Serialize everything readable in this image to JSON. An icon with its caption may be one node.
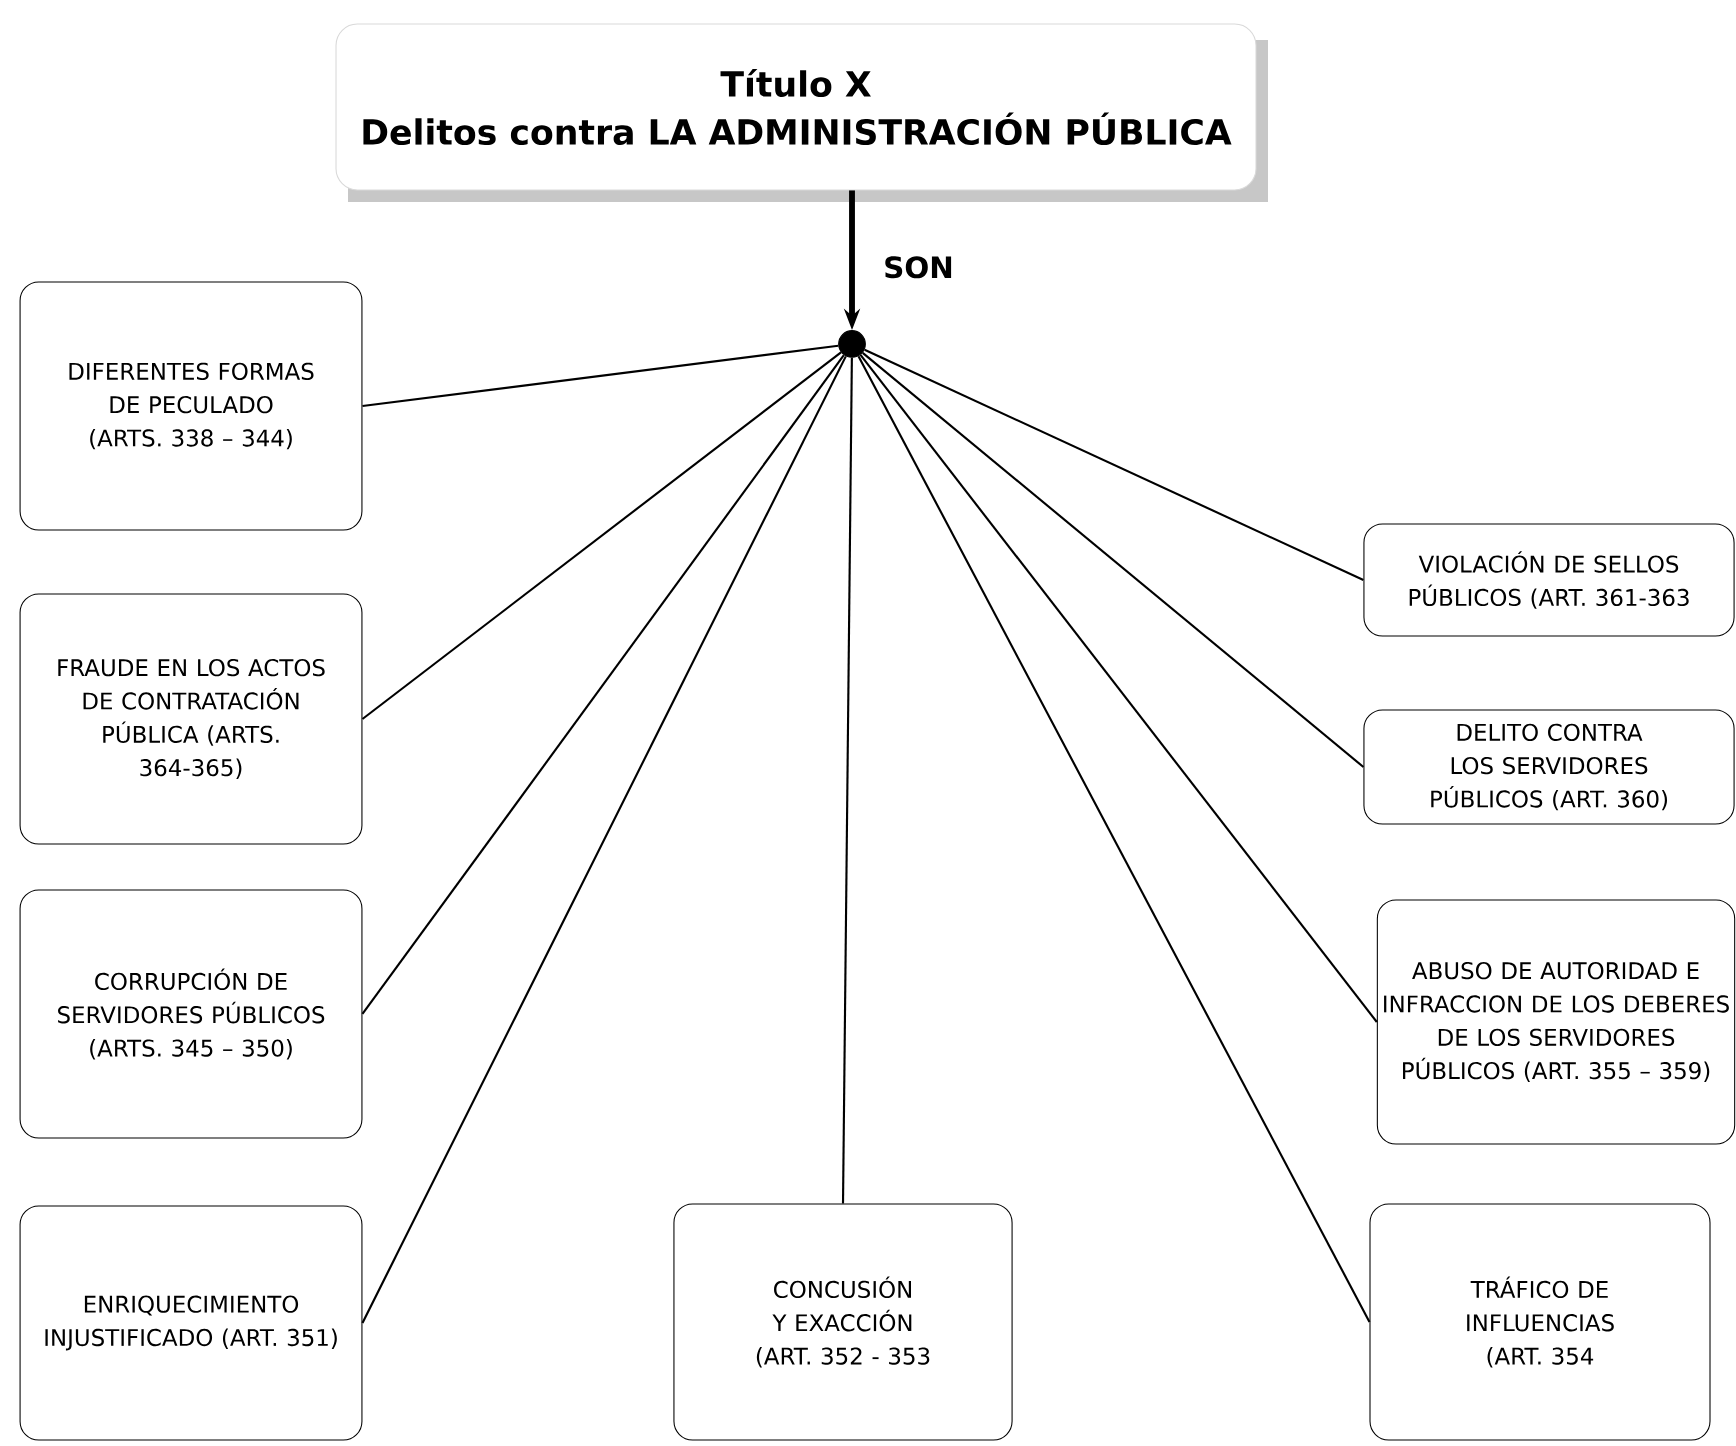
{
  "diagram": {
    "nodes": [
      {
        "text": [
          "Título X",
          "Delitos contra LA ADMINISTRACIÓN PÚBLICA"
        ]
      },
      {
        "text": [],
        "shape": "circle"
      },
      {
        "text": [
          "DIFERENTES FORMAS DE PECULADO (ARTS. 338 – 344)"
        ]
      },
      {
        "text": [
          "VIOLACIÓN DE SELLOS PÚBLICOS (ART. 361-363"
        ]
      },
      {
        "text": [
          "FRAUDE EN LOS ACTOS DE CONTRATACIÓN PÚBLICA (ARTS. 364-365)"
        ]
      },
      {
        "text": [
          "DELITO CONTRA LOS SERVIDORES PÚBLICOS (ART. 360)"
        ]
      },
      {
        "text": [
          "CORRUPCIÓN DE SERVIDORES PÚBLICOS (ARTS. 345 – 350)"
        ]
      },
      {
        "text": [
          "ABUSO DE AUTORIDAD E INFRACCION DE LOS DEBERES DE LOS SERVIDORES PÚBLICOS (ART. 355 – 359)"
        ]
      },
      {
        "text": [
          "ENRIQUECIMIENTO INJUSTIFICADO (ART. 351)"
        ]
      },
      {
        "text": [
          "CONCUSIÓN Y EXACCIÓN (ART. 352 - 353"
        ]
      },
      {
        "text": [
          "TRÁFICO DE INFLUENCIAS (ART. 354"
        ]
      }
    ],
    "edges": [
      {
        "from": 0,
        "to": 1,
        "arrow": "to",
        "label": "SON",
        "style": "thick"
      },
      {
        "from": 1,
        "to": 2,
        "arrow": "none"
      },
      {
        "from": 1,
        "to": 3,
        "arrow": "none"
      },
      {
        "from": 1,
        "to": 4,
        "arrow": "none"
      },
      {
        "from": 1,
        "to": 5,
        "arrow": "none"
      },
      {
        "from": 1,
        "to": 6,
        "arrow": "none"
      },
      {
        "from": 1,
        "to": 7,
        "arrow": "none"
      },
      {
        "from": 1,
        "to": 8,
        "arrow": "none"
      },
      {
        "from": 1,
        "to": 9,
        "arrow": "none"
      },
      {
        "from": 1,
        "to": 10,
        "arrow": "none"
      }
    ]
  }
}
